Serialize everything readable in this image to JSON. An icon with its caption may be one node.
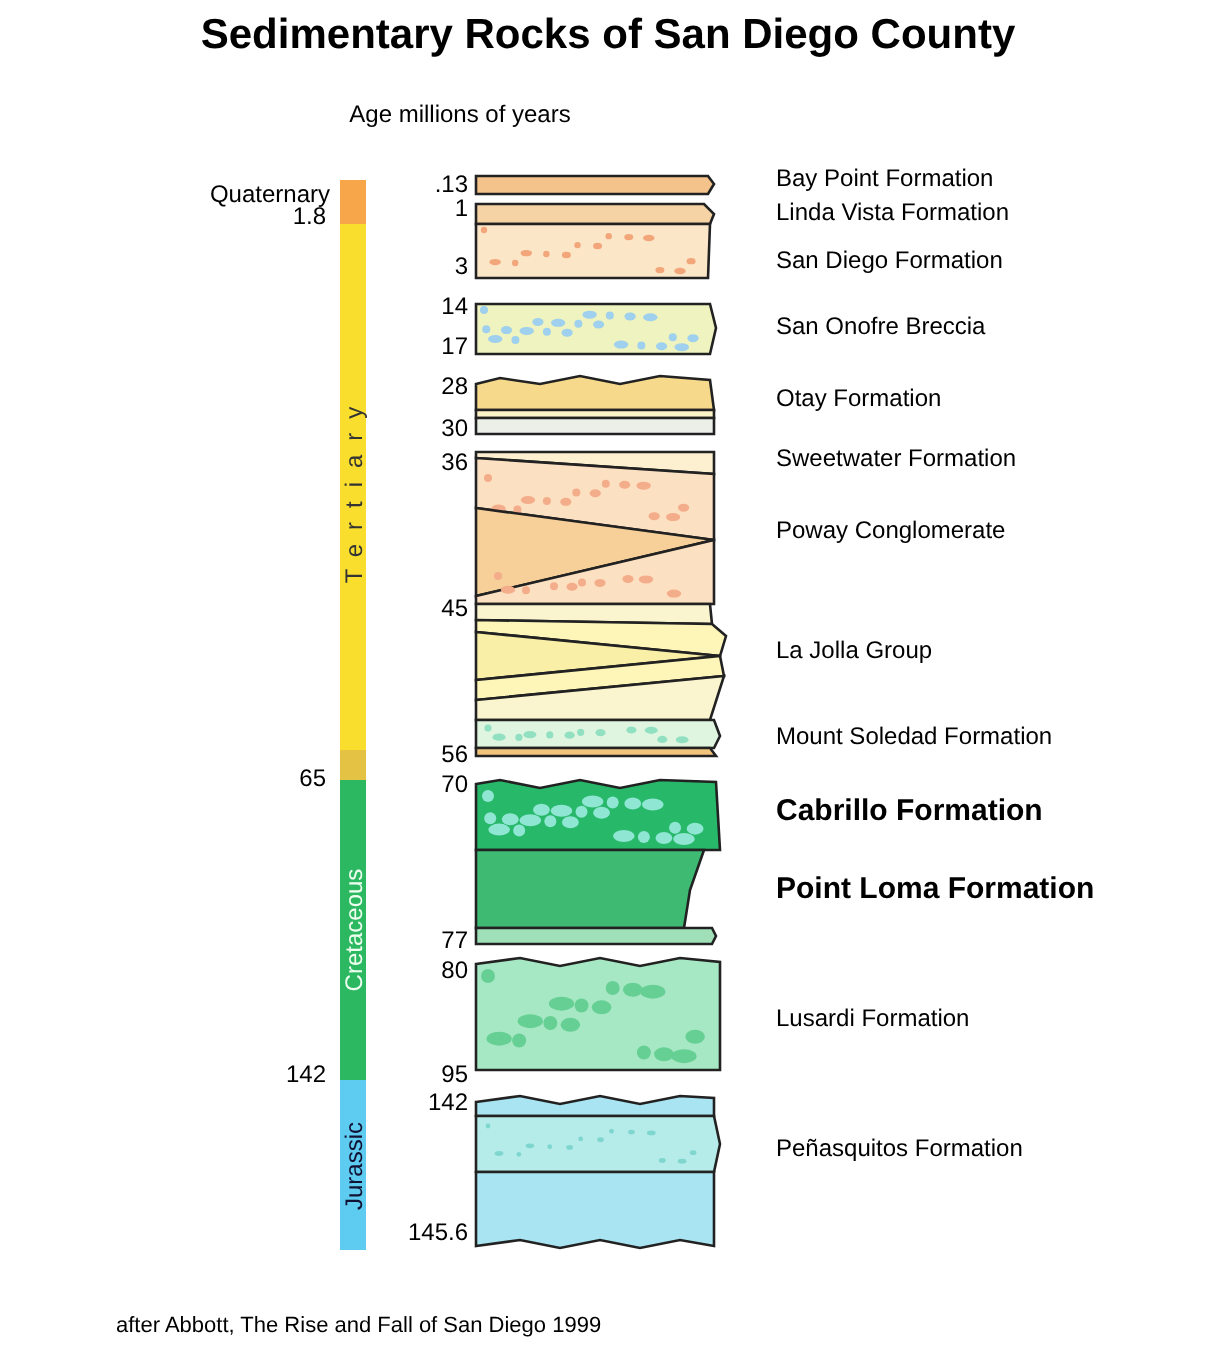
{
  "diagram": {
    "title": "Sedimentary Rocks of San Diego County",
    "caption": "after Abbott, The Rise and Fall of San Diego 1999",
    "nodes": [
      {
        "text": [
          "Quaternary"
        ]
      },
      {
        "text": [
          "Tertiary"
        ]
      },
      {
        "text": [
          "Cretaceous"
        ]
      },
      {
        "text": [
          "Jurassic"
        ]
      }
    ],
    "labels": [
      "Age millions of years",
      "1.8",
      "65",
      "142",
      ".13",
      "1",
      "3",
      "14",
      "17",
      "28",
      "30",
      "36",
      "45",
      "56",
      "70",
      "77",
      "80",
      "95",
      "142",
      "145.6",
      "Bay Point Formation",
      "Linda Vista Formation",
      "San Diego Formation",
      "San Onofre Breccia",
      "Otay Formation",
      "Sweetwater Formation",
      "Poway Conglomerate",
      "La Jolla Group",
      "Mount Soledad Formation",
      "Cabrillo Formation",
      "Point Loma Formation",
      "Lusardi Formation",
      "Peñasquitos Formation"
    ]
  }
}
